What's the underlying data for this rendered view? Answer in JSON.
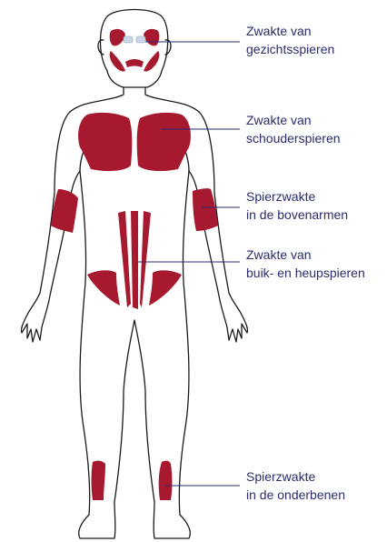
{
  "colors": {
    "muscle": "#a6192e",
    "outline": "#1a1a1a",
    "leader": "#2a2d6e",
    "label": "#2a2d6e",
    "eye": "#c9d7e6"
  },
  "labels": [
    {
      "line1": "Zwakte van",
      "line2": "gezichtsspieren"
    },
    {
      "line1": "Zwakte van",
      "line2": "schouderspieren"
    },
    {
      "line1": "Spierzwakte",
      "line2": "in de bovenarmen"
    },
    {
      "line1": "Zwakte van",
      "line2": "buik- en heupspieren"
    },
    {
      "line1": "Spierzwakte",
      "line2": "in de onderbenen"
    }
  ]
}
